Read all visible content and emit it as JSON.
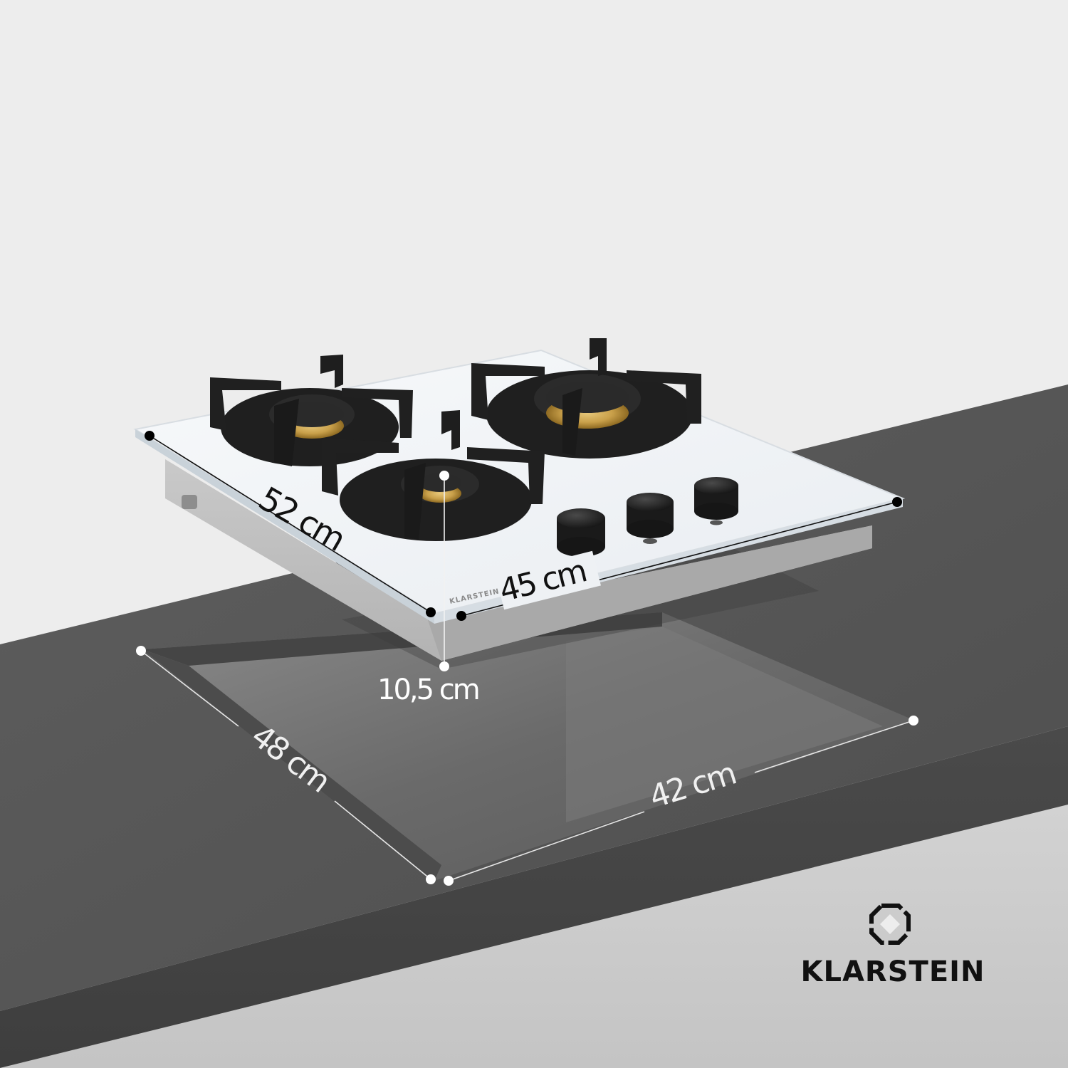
{
  "brand": {
    "name": "KLARSTEIN",
    "panel_print": "KLARSTEIN"
  },
  "dimensions": {
    "hob_depth": "52 cm",
    "hob_width": "45 cm",
    "hob_height": "10,5 cm",
    "cutout_depth": "48 cm",
    "cutout_width": "42 cm"
  },
  "product": {
    "burner_count": 3,
    "knob_count": 3,
    "glass_color": "#f1f4f7",
    "burner_brass_color": "#c9a04a",
    "support_color": "#222222"
  },
  "scene": {
    "wall_color": "#ededed",
    "counter_color": "#585858",
    "cutout_color": "#6e6e6e"
  }
}
